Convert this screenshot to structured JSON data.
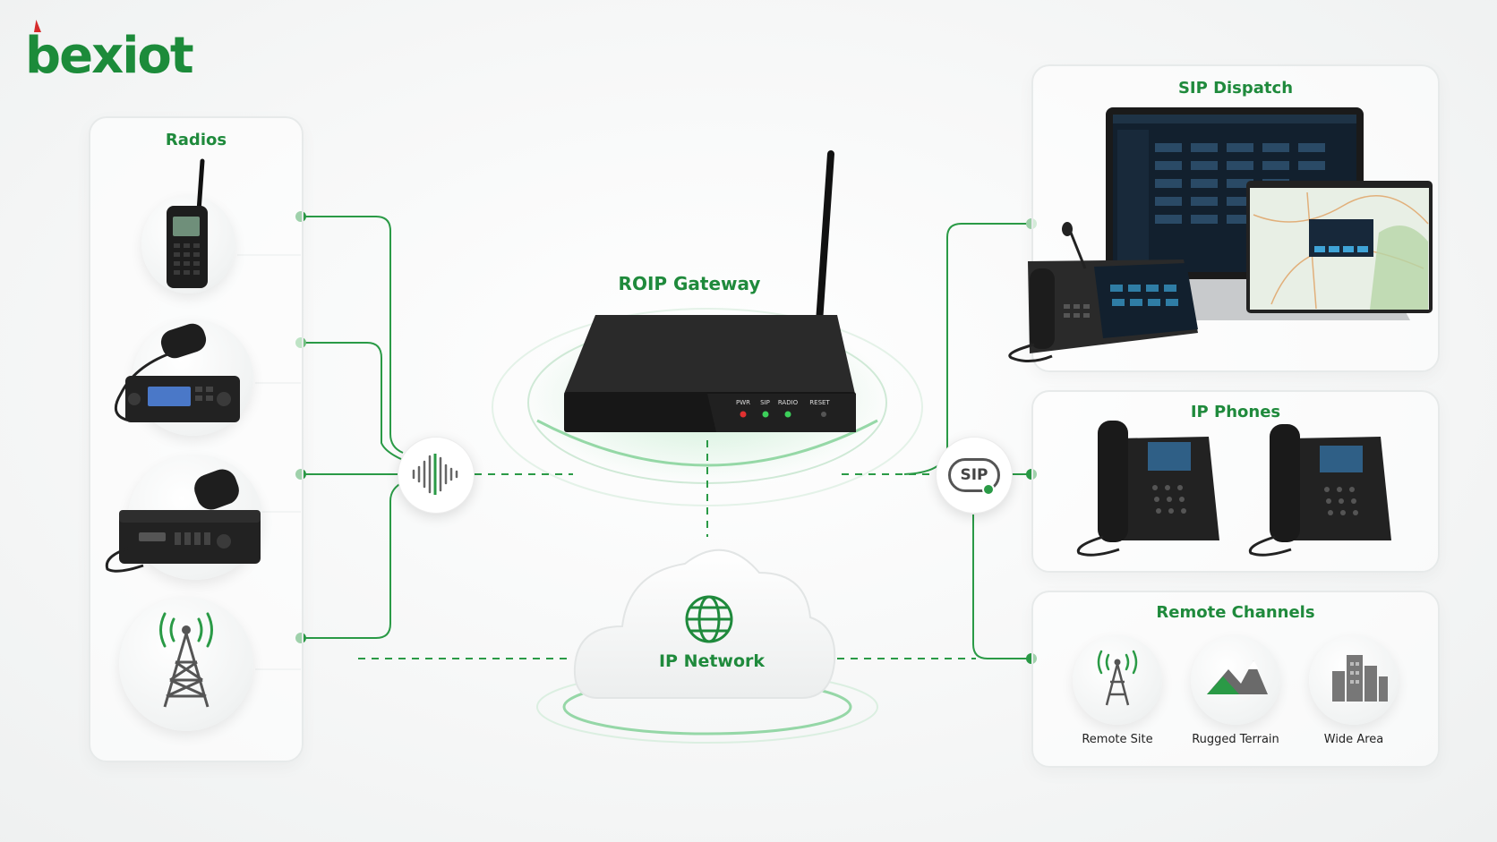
{
  "logo": {
    "text": "bexiot",
    "brand_color": "#1c8b3a",
    "accent_color": "#d62b2b"
  },
  "radios": {
    "title": "Radios",
    "icons": [
      "handheld-radio-icon",
      "mobile-radio-icon",
      "base-station-radio-icon",
      "radio-tower-icon"
    ]
  },
  "gateway": {
    "title": "ROIP Gateway",
    "indicators": [
      "PWR",
      "SIP",
      "RADIO",
      "RESET"
    ]
  },
  "audio_hub": {
    "icon": "audio-waveform-icon"
  },
  "sip_hub": {
    "label": "SIP"
  },
  "network": {
    "label": "IP Network",
    "icon": "globe-icon"
  },
  "sip_dispatch": {
    "title": "SIP Dispatch",
    "icons": [
      "dispatch-console-icon",
      "laptop-dashboard-icon",
      "map-monitor-icon"
    ]
  },
  "ip_phones": {
    "title": "IP Phones",
    "icons": [
      "desk-phone-icon",
      "desk-phone-icon"
    ]
  },
  "remote_channels": {
    "title": "Remote Channels",
    "items": [
      {
        "label": "Remote Site",
        "icon": "remote-tower-icon"
      },
      {
        "label": "Rugged Terrain",
        "icon": "mountains-icon"
      },
      {
        "label": "Wide Area",
        "icon": "city-buildings-icon"
      }
    ]
  },
  "colors": {
    "accent_green": "#1f8a3c",
    "line_green": "#2a9a46",
    "device_black": "#1c1c1c"
  }
}
